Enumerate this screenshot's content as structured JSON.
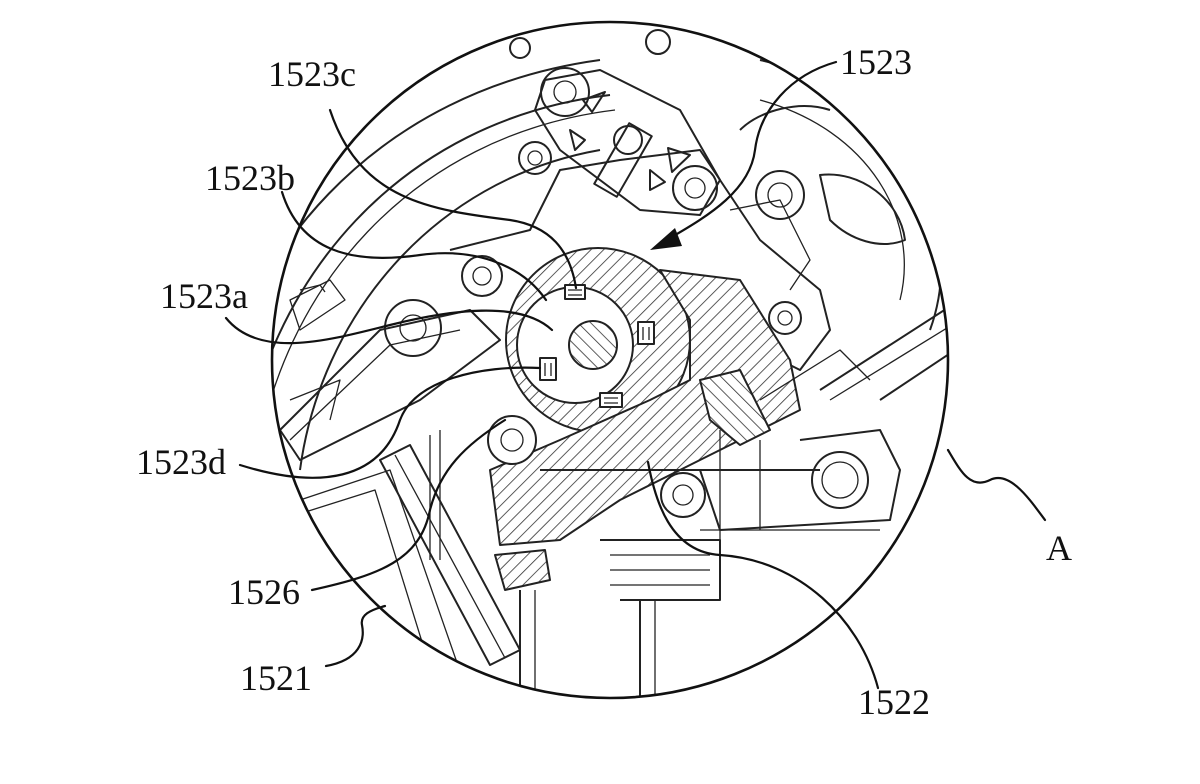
{
  "labels": {
    "l1523c": "1523c",
    "l1523": "1523",
    "l1523b": "1523b",
    "l1523a": "1523a",
    "l1523d": "1523d",
    "l1526": "1526",
    "l1521": "1521",
    "l1522": "1522",
    "lA": "A"
  }
}
